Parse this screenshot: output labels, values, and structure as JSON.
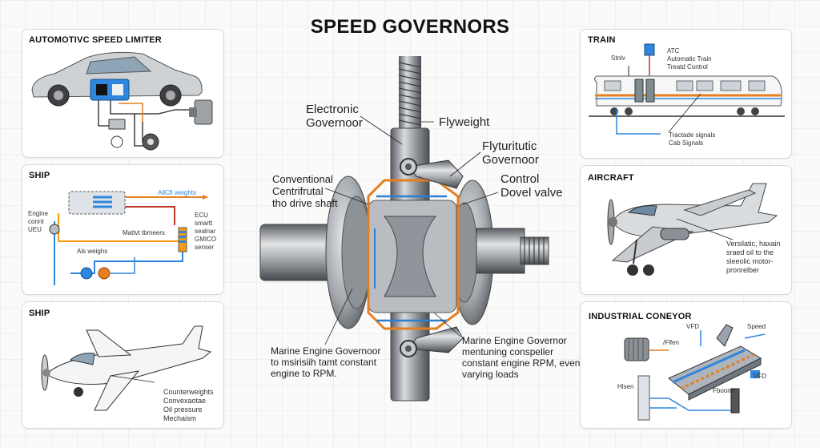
{
  "title": "SPEED GOVERNORS",
  "center": {
    "labels": {
      "electronic": "Electronic\nGovernoor",
      "flyweight": "Flyweight",
      "flyturbutic": "Flyturitutic\nGovernoor",
      "control": "Control\nDovel valve",
      "conventional": "Conventional\nCentrifrutal\ntho drive shaft",
      "marine_left": "Marine Engine Governoor\nto msirisiih tamt constant\nengine to RPM.",
      "marine_right": "Marine Engine Governor\nmentuning conspeller\nconstant engine RPM, even\nvarying loads"
    }
  },
  "panels": {
    "automotive": {
      "title": "AUTOMOTIVC SPEED LIMITER"
    },
    "ship1": {
      "title": "SHIP",
      "labels": {
        "weights_top": "AllCfl weights",
        "engine": "Engine\nconnt\nUEU",
        "ecu": "ECU\nsmartt\nsealnar\nGMICO\nsenser",
        "mid": "Mattvt tbmeers",
        "weights": "Als weighs"
      }
    },
    "ship2": {
      "title": "SHIP",
      "labels": {
        "note": "Counterweights\nConvexaotae\nOil pressure\nMechaism"
      }
    },
    "train": {
      "title": "TRAIN",
      "labels": {
        "left": "Stnlv",
        "atc": "ATC\nAutomatic Train\nTreatd Control",
        "signals": "Tractade signals\nCab Signals"
      }
    },
    "aircraft": {
      "title": "AIRCRAFT",
      "labels": {
        "note": "Versilatic, haxain\nsraed oil to the\nsleeolic motor-\npronrelber"
      }
    },
    "conveyor": {
      "title": "INDUSTRIAL CONEYOR",
      "labels": {
        "vfd_top": "VFD",
        "speed": "Speed",
        "filen": "/Flfen",
        "vfd_right": "VFD",
        "bottom_left": "Hlsen",
        "bottom_mid": "Fboorm"
      }
    }
  }
}
